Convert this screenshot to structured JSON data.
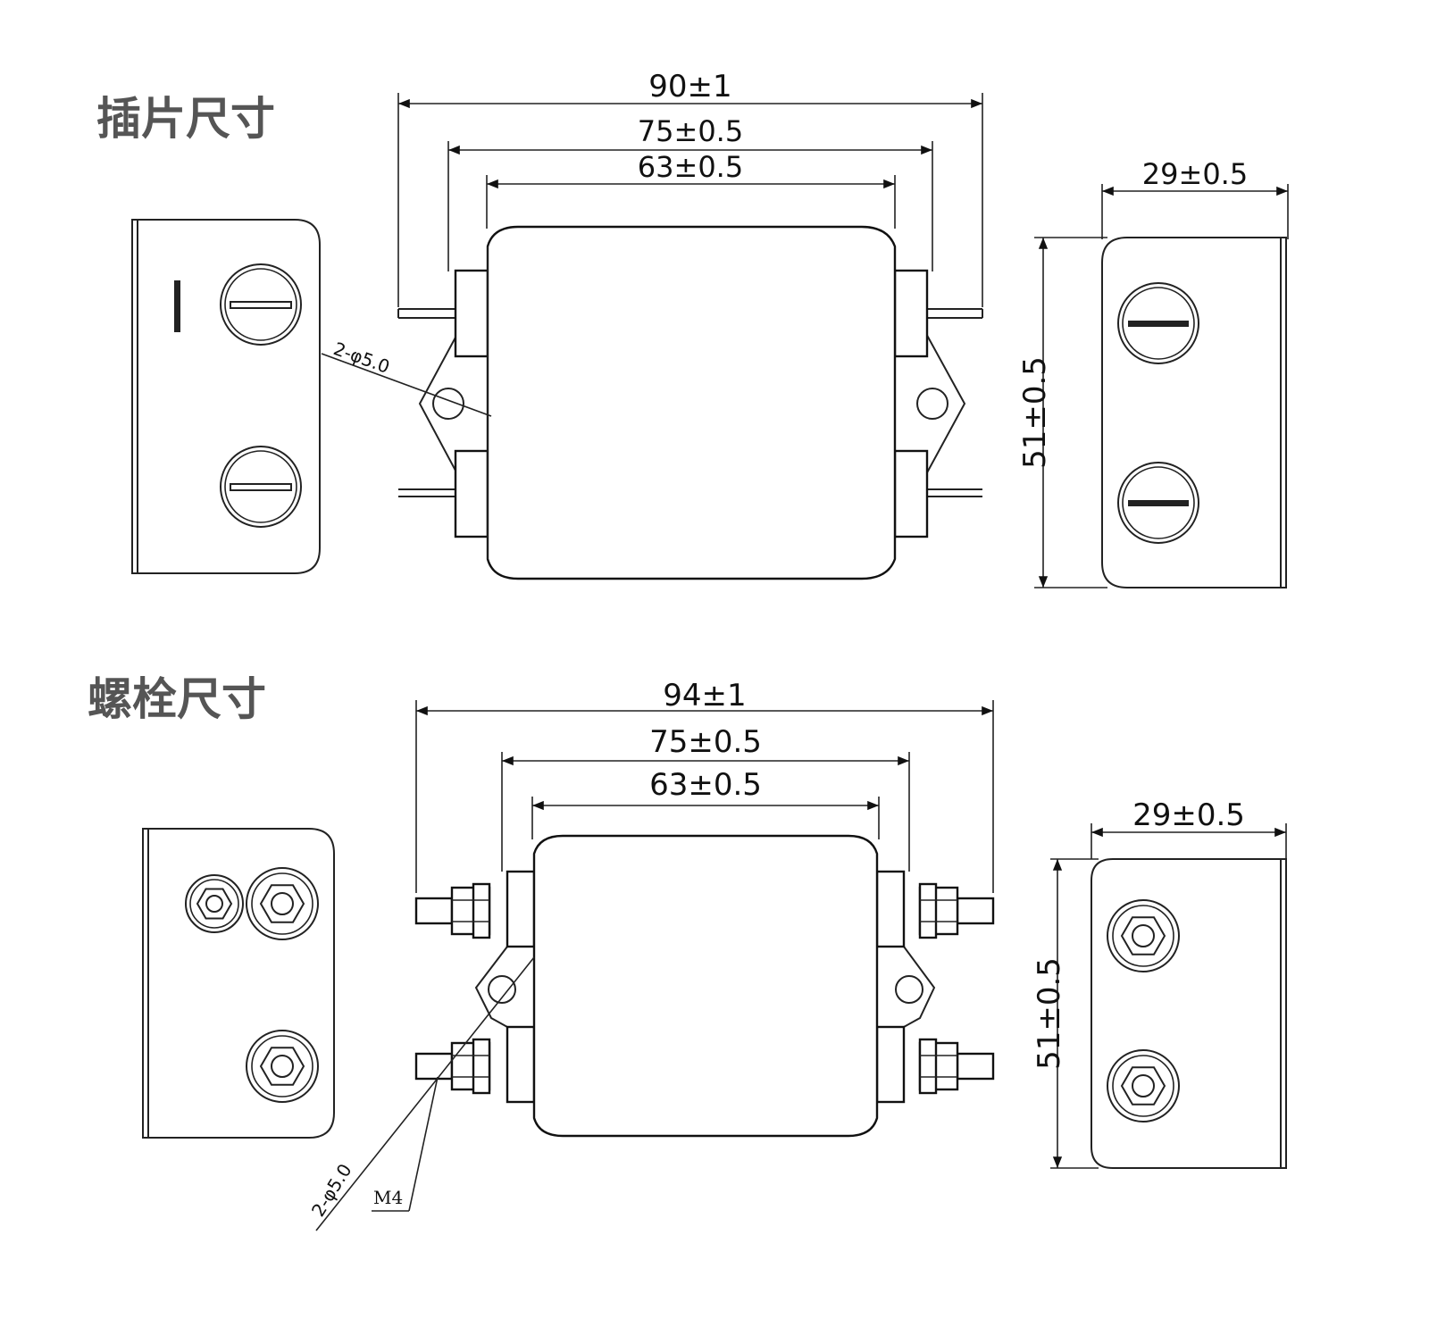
{
  "sections": {
    "tab": {
      "title": "插片尺寸",
      "overall_width": "90±1",
      "body_length": "75±0.5",
      "hole_spacing": "63±0.5",
      "depth": "29±0.5",
      "height": "51±0.5",
      "hole_note": "2-φ5.0"
    },
    "bolt": {
      "title": "螺栓尺寸",
      "overall_width": "94±1",
      "body_length": "75±0.5",
      "hole_spacing": "63±0.5",
      "depth": "29±0.5",
      "height": "51±0.5",
      "hole_note": "2-φ5.0",
      "thread_note": "M4"
    }
  },
  "colors": {
    "line": "#222222",
    "title": "#555555",
    "background": "#ffffff"
  }
}
